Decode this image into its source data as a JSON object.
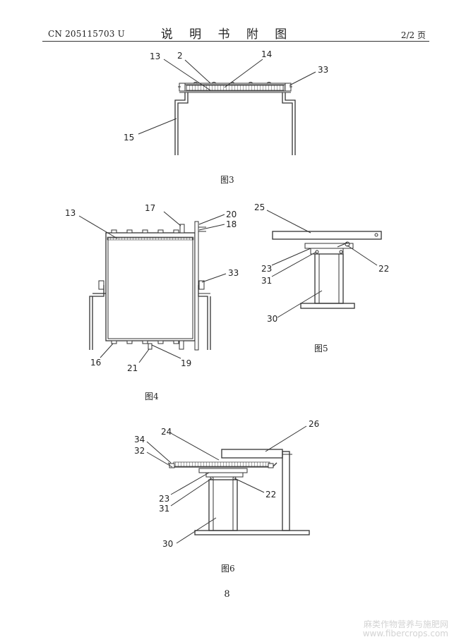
{
  "header": {
    "patent_number": "CN 205115703 U",
    "title": "说 明 书 附 图",
    "page_ratio": "2/2 页"
  },
  "figures": {
    "fig3": {
      "caption": "图3",
      "labels": {
        "l13": "13",
        "l2": "2",
        "l14": "14",
        "l33": "33",
        "l15": "15"
      }
    },
    "fig4": {
      "caption": "图4",
      "labels": {
        "l13": "13",
        "l17": "17",
        "l20": "20",
        "l18": "18",
        "l33": "33",
        "l16": "16",
        "l21": "21",
        "l19": "19"
      }
    },
    "fig5": {
      "caption": "图5",
      "labels": {
        "l25": "25",
        "l23": "23",
        "l31": "31",
        "l22": "22",
        "l30": "30"
      }
    },
    "fig6": {
      "caption": "图6",
      "labels": {
        "l24": "24",
        "l26": "26",
        "l34": "34",
        "l32": "32",
        "l23": "23",
        "l31": "31",
        "l22": "22",
        "l30": "30"
      }
    }
  },
  "footer": {
    "page_number": "8",
    "watermark_line1": "麻类作物营养与施肥网",
    "watermark_line2": "www.fibercrops.com"
  }
}
